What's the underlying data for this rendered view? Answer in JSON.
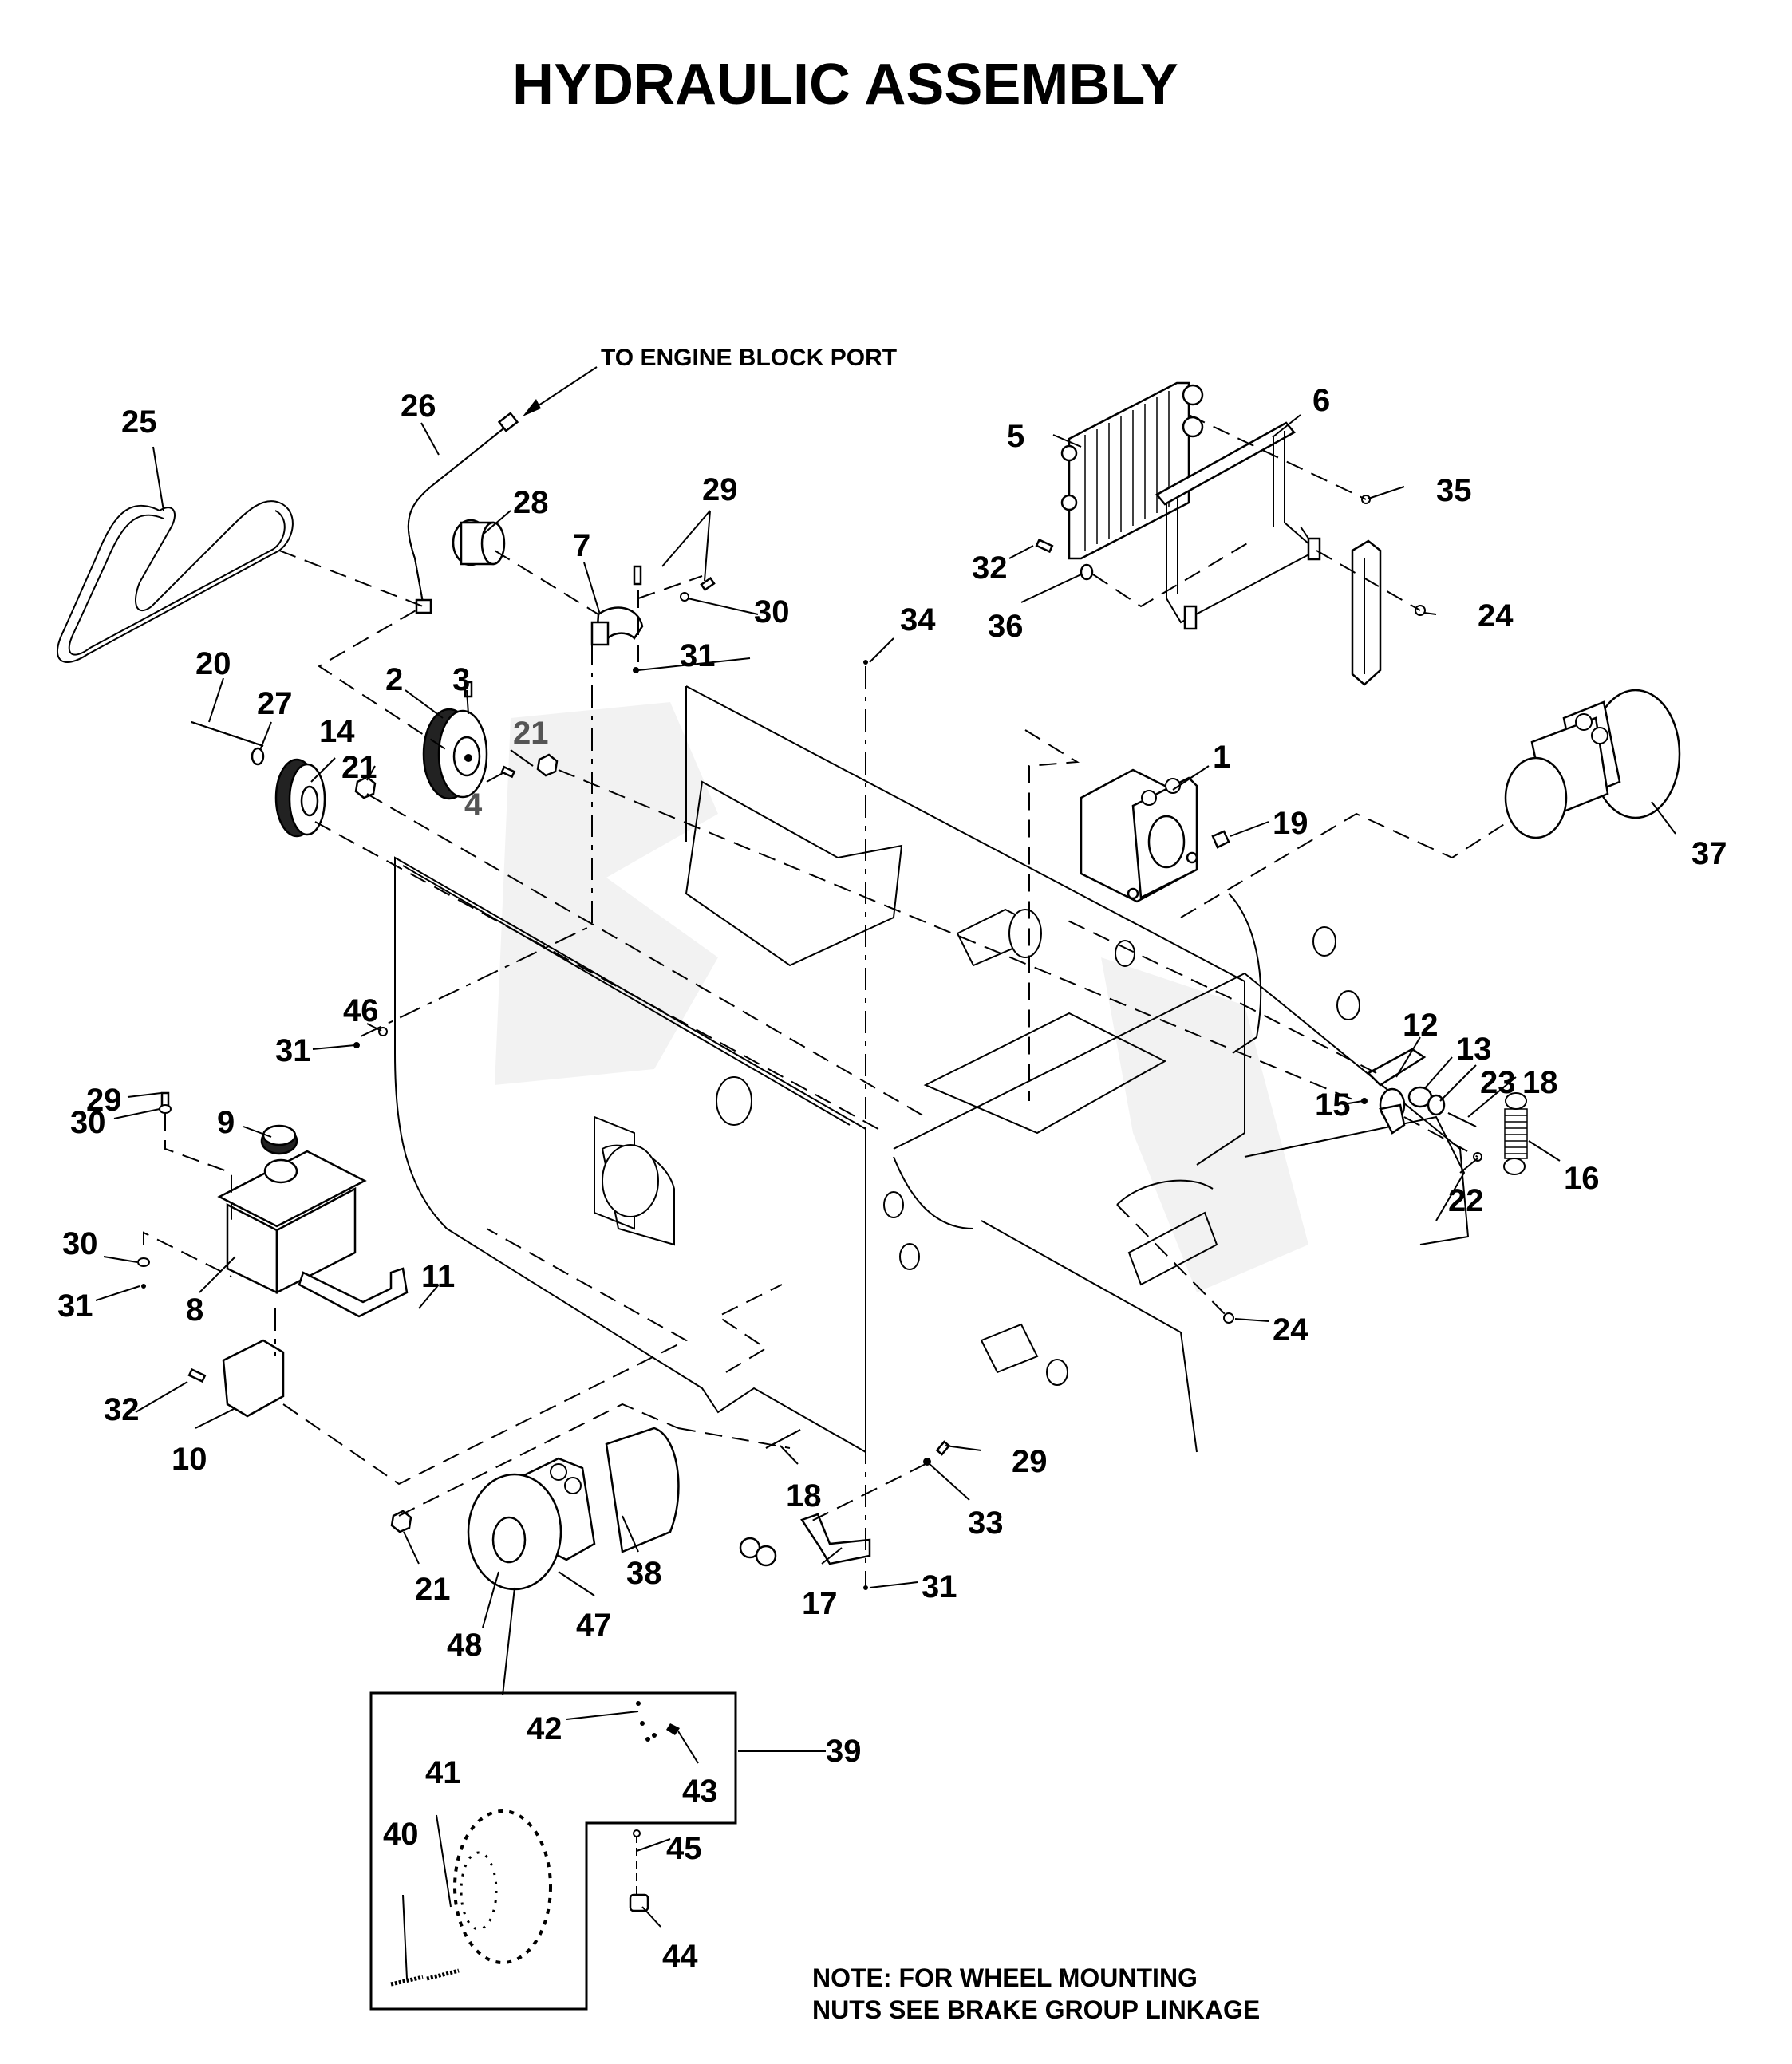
{
  "title": "HYDRAULIC ASSEMBLY",
  "annotations": {
    "engine_port": "TO ENGINE BLOCK PORT",
    "note_line1": "NOTE: FOR WHEEL MOUNTING",
    "note_line2": "NUTS SEE BRAKE GROUP LINKAGE"
  },
  "callouts": {
    "c1": "1",
    "c2": "2",
    "c3": "3",
    "c4": "4",
    "c5": "5",
    "c6": "6",
    "c7": "7",
    "c8": "8",
    "c9": "9",
    "c10": "10",
    "c11": "11",
    "c12": "12",
    "c13": "13",
    "c14": "14",
    "c15": "15",
    "c16": "16",
    "c17": "17",
    "c18a": "18",
    "c18b": "18",
    "c19": "19",
    "c20": "20",
    "c21a": "21",
    "c21b": "21",
    "c21c": "21",
    "c22": "22",
    "c23": "23",
    "c24a": "24",
    "c24b": "24",
    "c25": "25",
    "c26": "26",
    "c27": "27",
    "c28": "28",
    "c29a": "29",
    "c29b": "29",
    "c29c": "29",
    "c30a": "30",
    "c30b": "30",
    "c30c": "30",
    "c31a": "31",
    "c31b": "31",
    "c31c": "31",
    "c31d": "31",
    "c32a": "32",
    "c32b": "32",
    "c33": "33",
    "c34": "34",
    "c35": "35",
    "c36": "36",
    "c37": "37",
    "c38": "38",
    "c39": "39",
    "c40": "40",
    "c41": "41",
    "c42": "42",
    "c43": "43",
    "c44": "44",
    "c45": "45",
    "c46": "46",
    "c47": "47",
    "c48": "48"
  }
}
